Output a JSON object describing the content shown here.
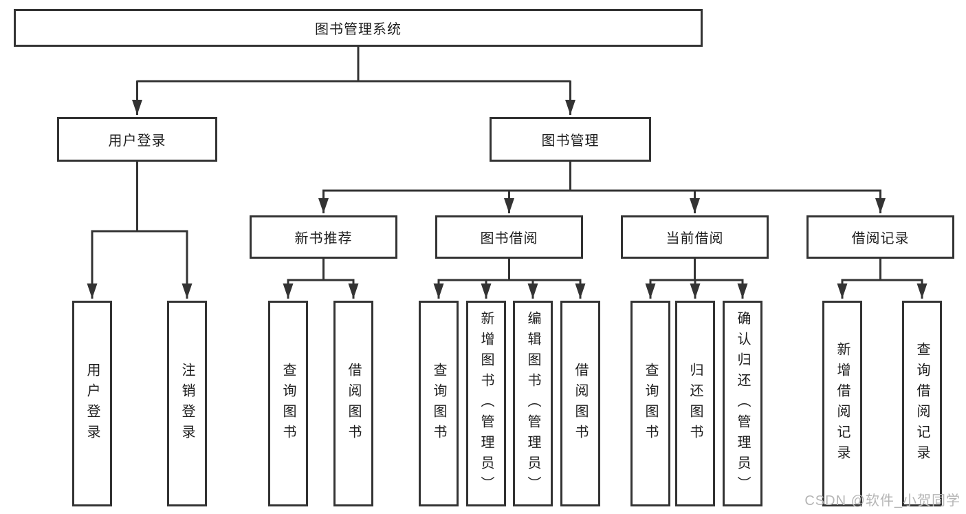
{
  "tree": {
    "label": "图书管理系统",
    "children": [
      {
        "label": "用户登录",
        "children": [
          {
            "label": "用户登录"
          },
          {
            "label": "注销登录"
          }
        ]
      },
      {
        "label": "图书管理",
        "children": [
          {
            "label": "新书推荐",
            "children": [
              {
                "label": "查询图书"
              },
              {
                "label": "借阅图书"
              }
            ]
          },
          {
            "label": "图书借阅",
            "children": [
              {
                "label": "查询图书"
              },
              {
                "label": "新增图书（管理员）"
              },
              {
                "label": "编辑图书（管理员）"
              },
              {
                "label": "借阅图书"
              }
            ]
          },
          {
            "label": "当前借阅",
            "children": [
              {
                "label": "查询图书"
              },
              {
                "label": "归还图书"
              },
              {
                "label": "确认归还（管理员）"
              }
            ]
          },
          {
            "label": "借阅记录",
            "children": [
              {
                "label": "新增借阅记录"
              },
              {
                "label": "查询借阅记录"
              }
            ]
          }
        ]
      }
    ]
  },
  "watermark": {
    "text": "CSDN @软件_小贺同学"
  },
  "colors": {
    "line": "#333333",
    "box_border": "#333333",
    "text": "#1e1e1e",
    "watermark": "#b5b5b5",
    "background": "#ffffff"
  }
}
